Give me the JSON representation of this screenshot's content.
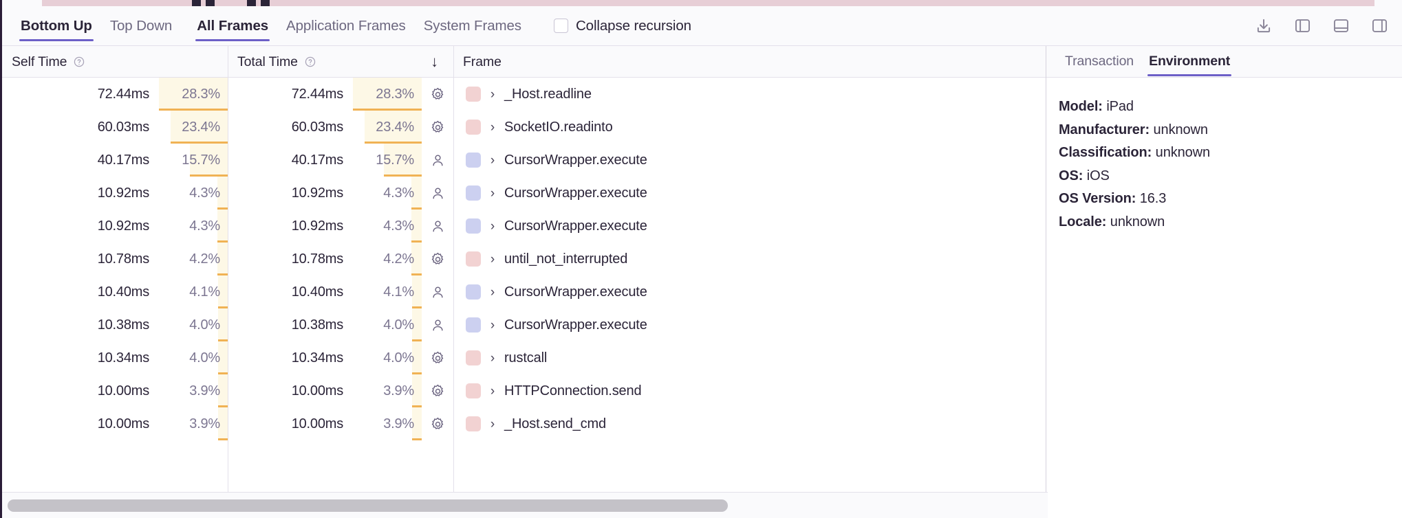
{
  "toolbar": {
    "tabs": [
      {
        "label": "Bottom Up",
        "active": true
      },
      {
        "label": "Top Down",
        "active": false
      }
    ],
    "frame_tabs": [
      {
        "label": "All Frames",
        "active": true
      },
      {
        "label": "Application Frames",
        "active": false
      },
      {
        "label": "System Frames",
        "active": false
      }
    ],
    "collapse_recursion_label": "Collapse recursion",
    "collapse_recursion_checked": false,
    "actions": [
      {
        "name": "download-icon",
        "label": "Download"
      },
      {
        "name": "left-panel-icon",
        "label": "Toggle left panel"
      },
      {
        "name": "bottom-panel-icon",
        "label": "Toggle bottom panel"
      },
      {
        "name": "right-panel-icon",
        "label": "Toggle right panel"
      }
    ]
  },
  "table": {
    "columns": [
      {
        "key": "self_time",
        "label": "Self Time",
        "has_help": true,
        "sorted": false
      },
      {
        "key": "total_time",
        "label": "Total Time",
        "has_help": true,
        "sorted": true,
        "sort_dir": "desc",
        "sort_glyph": "↓"
      },
      {
        "key": "frame",
        "label": "Frame",
        "has_help": false,
        "sorted": false
      }
    ],
    "rows": [
      {
        "self_time": "72.44ms",
        "self_pct": "28.3%",
        "self_pct_value": 28.3,
        "total_time": "72.44ms",
        "total_pct": "28.3%",
        "total_pct_value": 28.3,
        "frame_type": "system",
        "frame_icon": "gear-icon",
        "swatch": "#f2d2d2",
        "frame": "_Host.readline"
      },
      {
        "self_time": "60.03ms",
        "self_pct": "23.4%",
        "self_pct_value": 23.4,
        "total_time": "60.03ms",
        "total_pct": "23.4%",
        "total_pct_value": 23.4,
        "frame_type": "system",
        "frame_icon": "gear-icon",
        "swatch": "#f2d2d2",
        "frame": "SocketIO.readinto"
      },
      {
        "self_time": "40.17ms",
        "self_pct": "15.7%",
        "self_pct_value": 15.7,
        "total_time": "40.17ms",
        "total_pct": "15.7%",
        "total_pct_value": 15.7,
        "frame_type": "application",
        "frame_icon": "person-icon",
        "swatch": "#ccd0f0",
        "frame": "CursorWrapper.execute"
      },
      {
        "self_time": "10.92ms",
        "self_pct": "4.3%",
        "self_pct_value": 4.3,
        "total_time": "10.92ms",
        "total_pct": "4.3%",
        "total_pct_value": 4.3,
        "frame_type": "application",
        "frame_icon": "person-icon",
        "swatch": "#ccd0f0",
        "frame": "CursorWrapper.execute"
      },
      {
        "self_time": "10.92ms",
        "self_pct": "4.3%",
        "self_pct_value": 4.3,
        "total_time": "10.92ms",
        "total_pct": "4.3%",
        "total_pct_value": 4.3,
        "frame_type": "application",
        "frame_icon": "person-icon",
        "swatch": "#ccd0f0",
        "frame": "CursorWrapper.execute"
      },
      {
        "self_time": "10.78ms",
        "self_pct": "4.2%",
        "self_pct_value": 4.2,
        "total_time": "10.78ms",
        "total_pct": "4.2%",
        "total_pct_value": 4.2,
        "frame_type": "system",
        "frame_icon": "gear-icon",
        "swatch": "#f2d2d2",
        "frame": "until_not_interrupted"
      },
      {
        "self_time": "10.40ms",
        "self_pct": "4.1%",
        "self_pct_value": 4.1,
        "total_time": "10.40ms",
        "total_pct": "4.1%",
        "total_pct_value": 4.1,
        "frame_type": "application",
        "frame_icon": "person-icon",
        "swatch": "#ccd0f0",
        "frame": "CursorWrapper.execute"
      },
      {
        "self_time": "10.38ms",
        "self_pct": "4.0%",
        "self_pct_value": 4.0,
        "total_time": "10.38ms",
        "total_pct": "4.0%",
        "total_pct_value": 4.0,
        "frame_type": "application",
        "frame_icon": "person-icon",
        "swatch": "#ccd0f0",
        "frame": "CursorWrapper.execute"
      },
      {
        "self_time": "10.34ms",
        "self_pct": "4.0%",
        "self_pct_value": 4.0,
        "total_time": "10.34ms",
        "total_pct": "4.0%",
        "total_pct_value": 4.0,
        "frame_type": "system",
        "frame_icon": "gear-icon",
        "swatch": "#f2d2d2",
        "frame": "rustcall"
      },
      {
        "self_time": "10.00ms",
        "self_pct": "3.9%",
        "self_pct_value": 3.9,
        "total_time": "10.00ms",
        "total_pct": "3.9%",
        "total_pct_value": 3.9,
        "frame_type": "system",
        "frame_icon": "gear-icon",
        "swatch": "#f2d2d2",
        "frame": "HTTPConnection.send"
      },
      {
        "self_time": "10.00ms",
        "self_pct": "3.9%",
        "self_pct_value": 3.9,
        "total_time": "10.00ms",
        "total_pct": "3.9%",
        "total_pct_value": 3.9,
        "frame_type": "system",
        "frame_icon": "gear-icon",
        "swatch": "#f2d2d2",
        "frame": "_Host.send_cmd"
      }
    ],
    "expand_chevron": "›"
  },
  "detail_panel": {
    "tabs": [
      {
        "label": "Transaction",
        "active": false
      },
      {
        "label": "Environment",
        "active": true
      }
    ],
    "fields": [
      {
        "key": "Model:",
        "value": "iPad"
      },
      {
        "key": "Manufacturer:",
        "value": "unknown"
      },
      {
        "key": "Classification:",
        "value": "unknown"
      },
      {
        "key": "OS:",
        "value": "iOS"
      },
      {
        "key": "OS Version:",
        "value": "16.3"
      },
      {
        "key": "Locale:",
        "value": "unknown"
      }
    ]
  },
  "colors": {
    "accent": "#6c5fc7",
    "pct_bar_fill": "#fdf8e6",
    "pct_bar_line": "#f0b254",
    "system_swatch": "#f2d2d2",
    "application_swatch": "#ccd0f0",
    "text_primary": "#2b2438",
    "text_muted": "#6d6880"
  }
}
